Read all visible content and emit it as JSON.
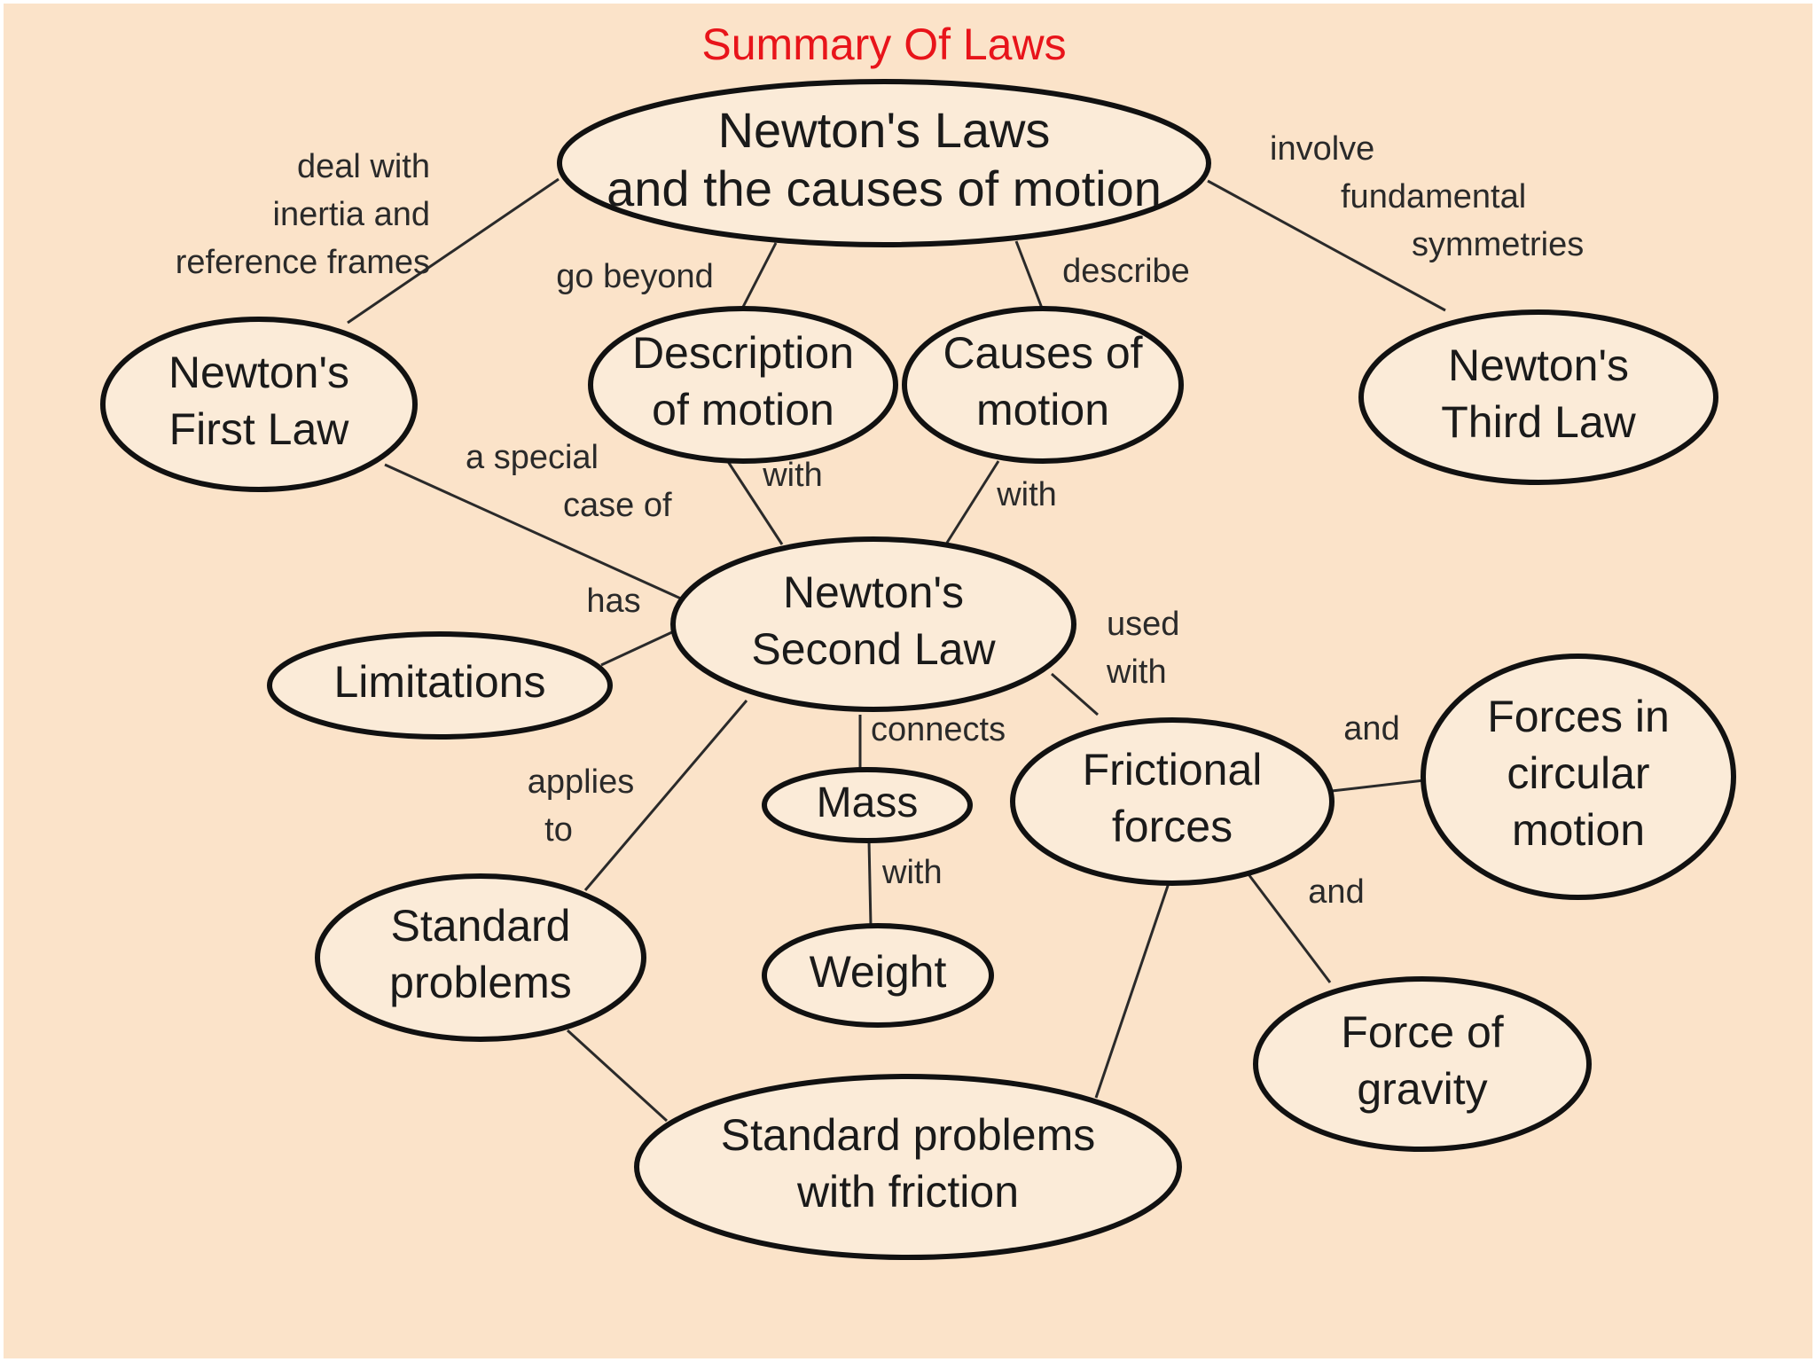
{
  "title": "Summary Of Laws",
  "colors": {
    "title": "#e8141a",
    "background": "#fbe3c9",
    "node_fill": "#fbebd8",
    "stroke": "#111111"
  },
  "nodes": [
    {
      "id": "newtons-laws",
      "lines": [
        "Newton's Laws",
        "and the causes of motion"
      ]
    },
    {
      "id": "first-law",
      "lines": [
        "Newton's",
        "First Law"
      ]
    },
    {
      "id": "description",
      "lines": [
        "Description",
        "of motion"
      ]
    },
    {
      "id": "causes",
      "lines": [
        "Causes of",
        "motion"
      ]
    },
    {
      "id": "third-law",
      "lines": [
        "Newton's",
        "Third Law"
      ]
    },
    {
      "id": "second-law",
      "lines": [
        "Newton's",
        "Second Law"
      ]
    },
    {
      "id": "limitations",
      "lines": [
        "Limitations"
      ]
    },
    {
      "id": "mass",
      "lines": [
        "Mass"
      ]
    },
    {
      "id": "weight",
      "lines": [
        "Weight"
      ]
    },
    {
      "id": "frictional",
      "lines": [
        "Frictional",
        "forces"
      ]
    },
    {
      "id": "circular",
      "lines": [
        "Forces in",
        "circular",
        "motion"
      ]
    },
    {
      "id": "gravity",
      "lines": [
        "Force of",
        "gravity"
      ]
    },
    {
      "id": "standard",
      "lines": [
        "Standard",
        "problems"
      ]
    },
    {
      "id": "standard-friction",
      "lines": [
        "Standard problems",
        "with friction"
      ]
    }
  ],
  "edges": [
    {
      "from": "newtons-laws",
      "to": "first-law",
      "label": [
        "deal with",
        "inertia and",
        "reference frames"
      ]
    },
    {
      "from": "newtons-laws",
      "to": "description",
      "label": [
        "go beyond"
      ]
    },
    {
      "from": "newtons-laws",
      "to": "causes",
      "label": [
        "describe"
      ]
    },
    {
      "from": "newtons-laws",
      "to": "third-law",
      "label": [
        "involve",
        "fundamental",
        "symmetries"
      ]
    },
    {
      "from": "first-law",
      "to": "second-law",
      "label": [
        "a special",
        "case of"
      ]
    },
    {
      "from": "description",
      "to": "second-law",
      "label": [
        "with"
      ]
    },
    {
      "from": "causes",
      "to": "second-law",
      "label": [
        "with"
      ]
    },
    {
      "from": "second-law",
      "to": "limitations",
      "label": [
        "has"
      ]
    },
    {
      "from": "second-law",
      "to": "frictional",
      "label": [
        "used",
        "with"
      ]
    },
    {
      "from": "second-law",
      "to": "mass",
      "label": [
        "connects"
      ]
    },
    {
      "from": "mass",
      "to": "weight",
      "label": [
        "with"
      ]
    },
    {
      "from": "second-law",
      "to": "standard",
      "label": [
        "applies",
        "to"
      ]
    },
    {
      "from": "frictional",
      "to": "circular",
      "label": [
        "and"
      ]
    },
    {
      "from": "frictional",
      "to": "gravity",
      "label": [
        "and"
      ]
    },
    {
      "from": "frictional",
      "to": "standard-friction",
      "label": []
    },
    {
      "from": "standard",
      "to": "standard-friction",
      "label": []
    }
  ]
}
